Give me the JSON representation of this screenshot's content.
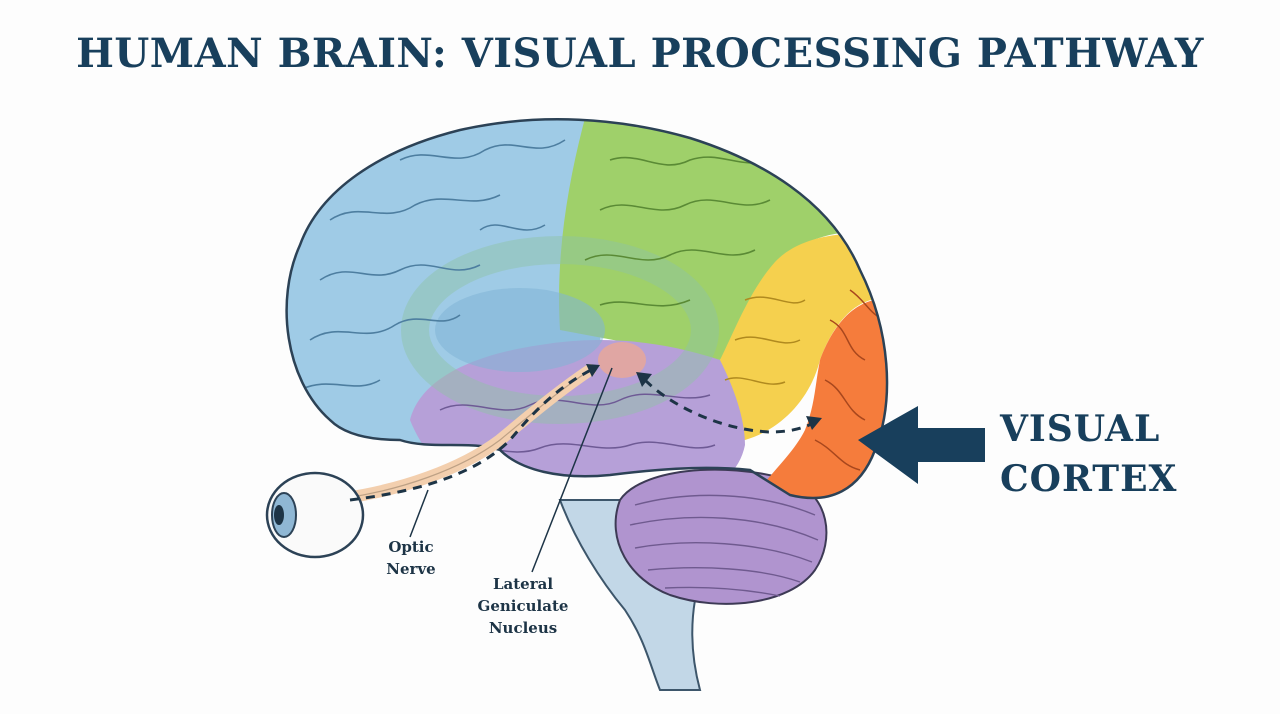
{
  "title": "HUMAN BRAIN: VISUAL PROCESSING PATHWAY",
  "labels": {
    "optic_nerve": [
      "Optic",
      "Nerve"
    ],
    "lgn": [
      "Lateral",
      "Geniculate",
      "Nucleus"
    ],
    "visual_cortex": [
      "VISUAL",
      "CORTEX"
    ]
  },
  "colors": {
    "title": "#183f5c",
    "frontal_lobe": "#9fcbe6",
    "parietal_lobe": "#9fd06a",
    "occipital_upper": "#f5d04e",
    "visual_cortex": "#f57c3c",
    "temporal_lobe": "#b6a0d8",
    "cerebellum": "#b094cf",
    "brainstem": "#c2d7e7",
    "arrow": "#183f5c"
  }
}
